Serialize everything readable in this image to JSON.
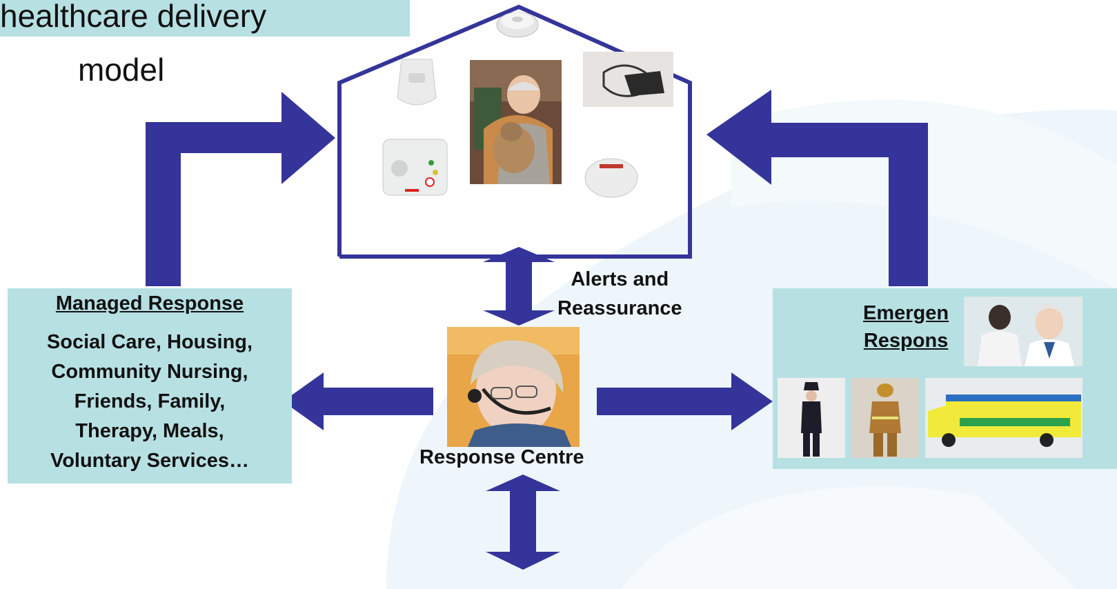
{
  "title": {
    "line1": "healthcare delivery",
    "line2": "model"
  },
  "managed_response": {
    "heading": "Managed Response",
    "services": [
      "Social Care, Housing,",
      "Community Nursing,",
      "Friends, Family,",
      "Therapy, Meals,",
      "Voluntary Services…"
    ]
  },
  "emergency_response": {
    "heading_line1": "Emergen",
    "heading_line2": "Respons"
  },
  "alerts_label": {
    "line1": "Alerts and",
    "line2": "Reassurance"
  },
  "response_centre_label": "Response Centre",
  "colors": {
    "arrow": "#34349a",
    "panel": "#b7e0e3",
    "house_outline": "#34349a",
    "background_swoosh": "#eef6fb"
  },
  "icons": [
    "smoke-detector-icon",
    "motion-sensor-icon",
    "alarm-unit-icon",
    "pendant-alarm-icon",
    "blood-pressure-cuff-icon"
  ]
}
